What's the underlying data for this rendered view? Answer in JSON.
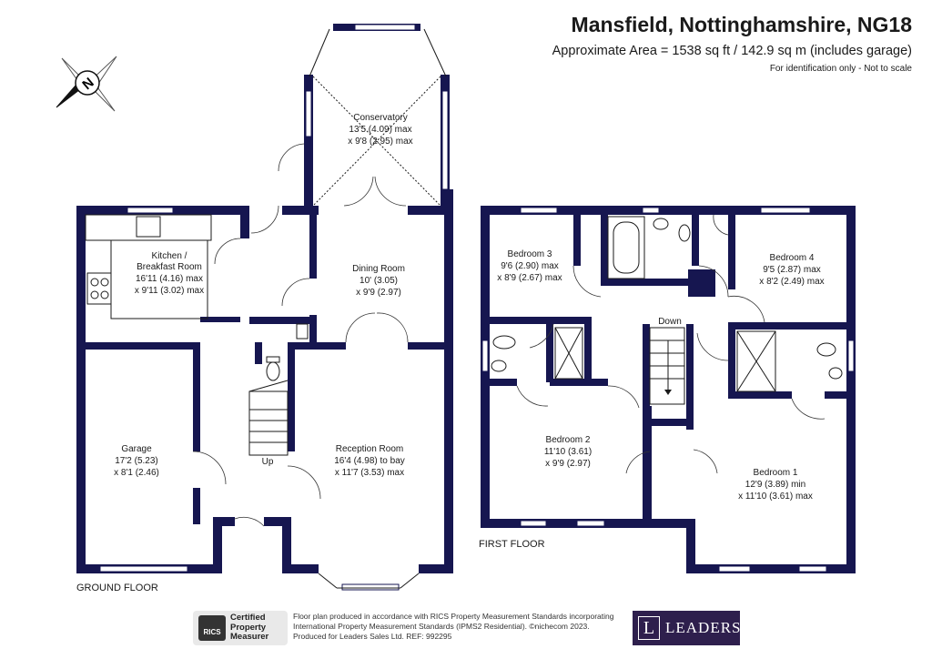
{
  "header": {
    "title": "Mansfield, Nottinghamshire, NG18",
    "area": "Approximate Area = 1538 sq ft / 142.9 sq m (includes garage)",
    "disclaimer": "For identification only - Not to scale"
  },
  "compass": {
    "letter": "N"
  },
  "ground_floor": {
    "label": "GROUND FLOOR",
    "stairs_label": "Up",
    "rooms": {
      "conservatory": {
        "name": "Conservatory",
        "dim1": "13'5 (4.09) max",
        "dim2": "x 9'8 (2.95) max"
      },
      "kitchen": {
        "name": "Kitchen /",
        "name2": "Breakfast Room",
        "dim1": "16'11 (4.16) max",
        "dim2": "x 9'11 (3.02) max"
      },
      "dining": {
        "name": "Dining Room",
        "dim1": "10' (3.05)",
        "dim2": "x 9'9 (2.97)"
      },
      "garage": {
        "name": "Garage",
        "dim1": "17'2 (5.23)",
        "dim2": "x 8'1 (2.46)"
      },
      "reception": {
        "name": "Reception Room",
        "dim1": "16'4 (4.98) to bay",
        "dim2": "x 11'7 (3.53) max"
      }
    }
  },
  "first_floor": {
    "label": "FIRST FLOOR",
    "stairs_label": "Down",
    "rooms": {
      "bedroom3": {
        "name": "Bedroom 3",
        "dim1": "9'6 (2.90) max",
        "dim2": "x 8'9 (2.67) max"
      },
      "bedroom4": {
        "name": "Bedroom 4",
        "dim1": "9'5 (2.87) max",
        "dim2": "x 8'2 (2.49) max"
      },
      "bedroom2": {
        "name": "Bedroom 2",
        "dim1": "11'10 (3.61)",
        "dim2": "x 9'9 (2.97)"
      },
      "bedroom1": {
        "name": "Bedroom 1",
        "dim1": "12'9 (3.89) min",
        "dim2": "x 11'10 (3.61) max"
      }
    }
  },
  "footer": {
    "rics_logo_text": "RICS",
    "rics_badge": "Certified\nProperty\nMeasurer",
    "line1": "Floor plan produced in accordance with RICS Property Measurement Standards incorporating",
    "line2": "International Property Measurement Standards (IPMS2 Residential). ©nichecom 2023.",
    "line3": "Produced for Leaders Sales Ltd.   REF:  992295",
    "agent_mark": "L",
    "agent_name": "LEADERS"
  },
  "colors": {
    "wall": "#161650",
    "agent_brand": "#2e1f4d"
  }
}
